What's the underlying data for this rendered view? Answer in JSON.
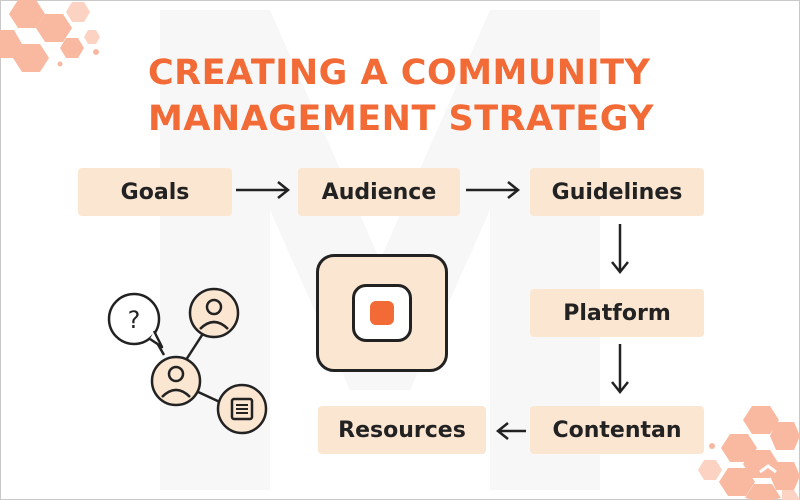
{
  "title": "CREATING A COMMUNITY\nMANAGEMENT STRATEGY",
  "steps": {
    "goals": "Goals",
    "audience": "Audience",
    "guidelines": "Guidelines",
    "platform": "Platform",
    "contentan": "Contentan",
    "resources": "Resources"
  },
  "network_icons": {
    "question_mark": "?"
  },
  "colors": {
    "accent": "#f26a36",
    "step_fill": "#fbe6d2",
    "outline": "#222222"
  },
  "icons": [
    "question-bubble-icon",
    "user-icon",
    "document-icon",
    "app-icon",
    "hexagon-decoration"
  ]
}
